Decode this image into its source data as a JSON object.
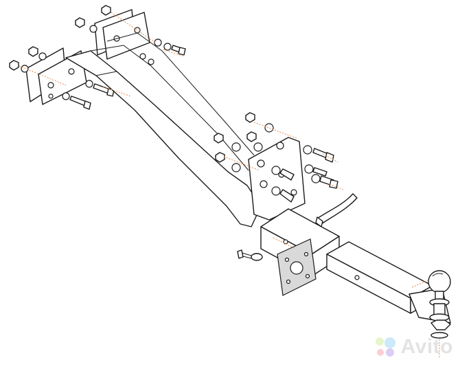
{
  "diagram": {
    "kind": "tow-hitch exploded assembly",
    "parts": [
      "side-bracket-left",
      "side-bracket-right",
      "main-crossbar-arm",
      "receiver-tube",
      "drawbar",
      "tow-ball",
      "socket-plate",
      "mounting-plate",
      "bolts",
      "washers",
      "nuts",
      "safety-pin",
      "hitch-pin"
    ]
  },
  "watermark": {
    "text": "Avito",
    "colors": [
      "#b7e26b",
      "#6ec1ea",
      "#f4738a",
      "#9b6fe0"
    ]
  }
}
